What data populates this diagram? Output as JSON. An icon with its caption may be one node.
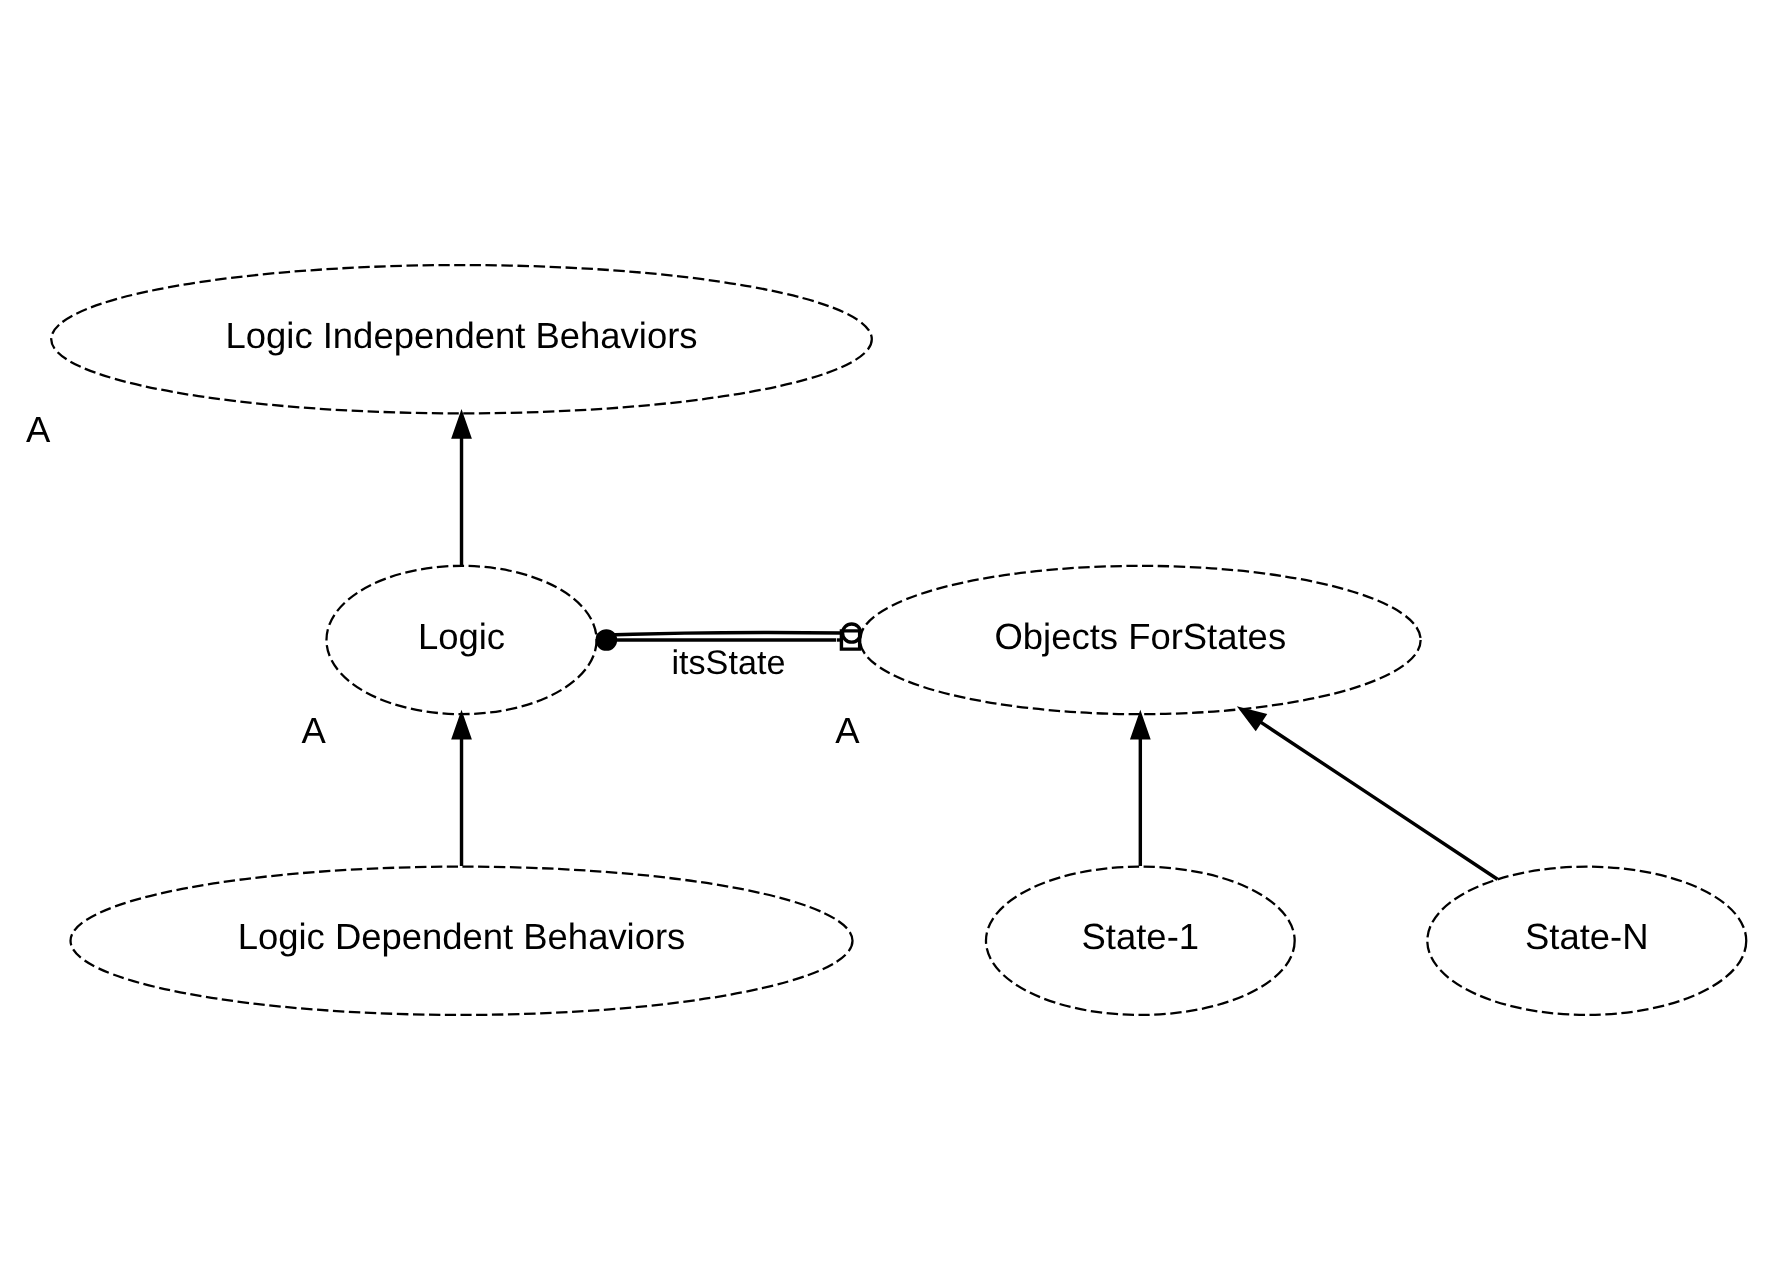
{
  "diagram": {
    "nodes": [
      {
        "text": [
          "Logic Independent Behaviors"
        ],
        "beside": [
          "A"
        ]
      },
      {
        "text": [
          "Logic"
        ],
        "beside": [
          "A"
        ]
      },
      {
        "text": [
          "Objects ForStates"
        ],
        "beside": [
          "A"
        ]
      },
      {
        "text": [
          "State-1"
        ]
      },
      {
        "text": [
          "State-N"
        ]
      },
      {
        "text": [
          "Logic Dependent Behaviors"
        ]
      }
    ],
    "edges": [
      {
        "from": 1,
        "to": 0,
        "arrow": "to"
      },
      {
        "from": 5,
        "to": 1,
        "arrow": "to"
      },
      {
        "from": 3,
        "to": 2,
        "arrow": "to"
      },
      {
        "from": 4,
        "to": 2,
        "arrow": "to"
      },
      {
        "from": 1,
        "to": 2,
        "arrow": "other",
        "label": "itsState"
      },
      {
        "from": 1,
        "to": 2,
        "arrow": "other"
      }
    ]
  }
}
